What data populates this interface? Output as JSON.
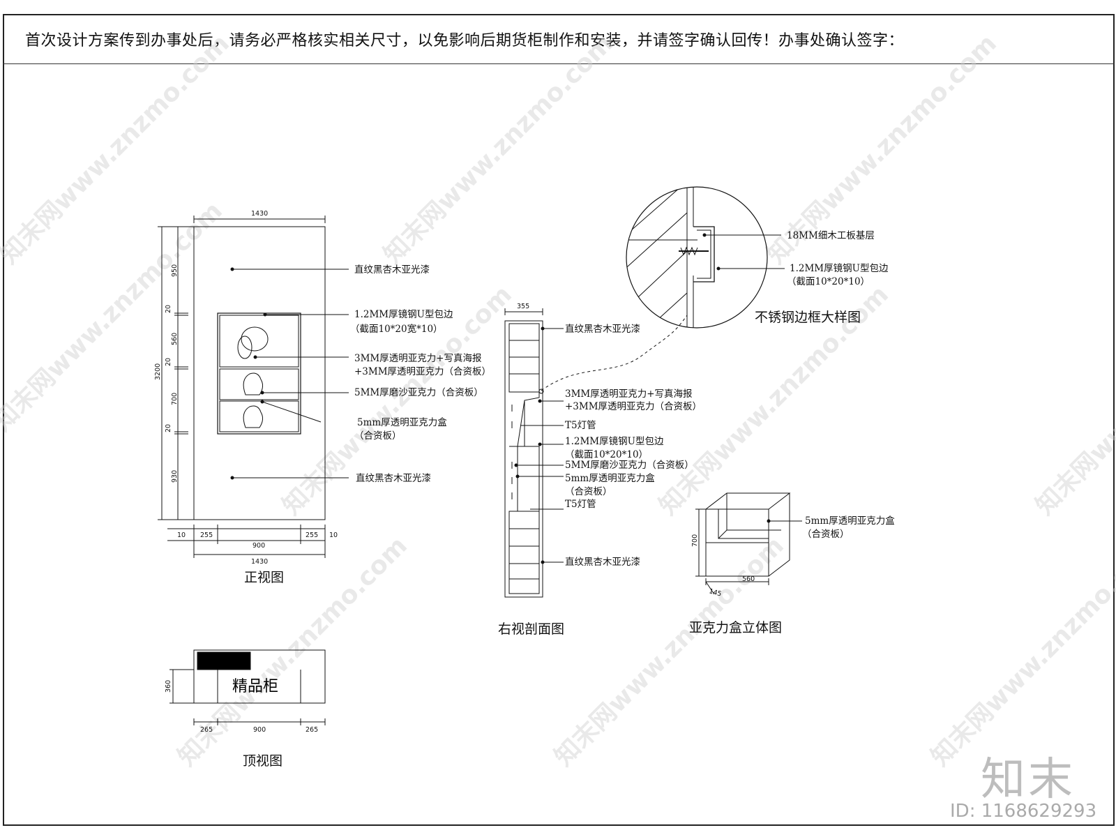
{
  "notice": "首次设计方案传到办事处后，请务必严格核实相关尺寸，以免影响后期货柜制作和安装，并请签字确认回传！办事处确认签字：",
  "front_view": {
    "title": "正视图",
    "dims": {
      "top_width": "1430",
      "total_height": "3200",
      "h_950": "950",
      "h_20a": "20",
      "h_560": "560",
      "h_20b": "20",
      "h_700": "700",
      "h_20c": "20",
      "h_930": "930",
      "b_10a": "10",
      "b_255a": "255",
      "b_900": "900",
      "b_255b": "255",
      "b_10b": "10",
      "bottom_width": "1430"
    },
    "labels": {
      "top_panel": "直纹黑杏木亚光漆",
      "steel_edge_1": "1.2MM厚镜钢U型包边",
      "steel_edge_2": "（截面10*20宽*10）",
      "acrylic_1": "3MM厚透明亚克力+写真海报",
      "acrylic_2": "+3MM厚透明亚克力（合资板）",
      "frosted": "5MM厚磨沙亚克力（合资板）",
      "box_1": "5mm厚透明亚克力盒",
      "box_2": "（合资板）",
      "bottom_panel": "直纹黑杏木亚光漆"
    }
  },
  "side_view": {
    "title": "右视剖面图",
    "dims": {
      "depth": "355"
    },
    "labels": {
      "top": "直纹黑杏木亚光漆",
      "acrylic_1": "3MM厚透明亚克力+写真海报",
      "acrylic_2": "+3MM厚透明亚克力（合资板）",
      "t5_a": "T5灯管",
      "steel_1": "1.2MM厚镜钢U型包边",
      "steel_2": "（截面10*20*10）",
      "frosted": "5MM厚磨沙亚克力（合资板）",
      "box_1": "5mm厚透明亚克力盒",
      "box_2": "（合资板）",
      "t5_b": "T5灯管",
      "bottom": "直纹黑杏木亚光漆"
    }
  },
  "detail": {
    "title": "不锈钢边框大样图",
    "labels": {
      "base": "18MM细木工板基层",
      "steel_1": "1.2MM厚镜钢U型包边",
      "steel_2": "（截面10*20*10）"
    }
  },
  "box3d": {
    "title": "亚克力盒立体图",
    "dims": {
      "height": "700",
      "width": "560",
      "depth": "145"
    },
    "labels": {
      "box_1": "5mm厚透明亚克力盒",
      "box_2": "（合资板）"
    }
  },
  "top_view": {
    "title": "顶视图",
    "inner_label": "精品柜",
    "dims": {
      "depth": "360",
      "w_265a": "265",
      "w_900": "900",
      "w_265b": "265"
    }
  },
  "watermark": {
    "text": "知末网www.znzmo.com"
  },
  "logo": {
    "text": "知末",
    "id": "ID: 1168629293"
  }
}
